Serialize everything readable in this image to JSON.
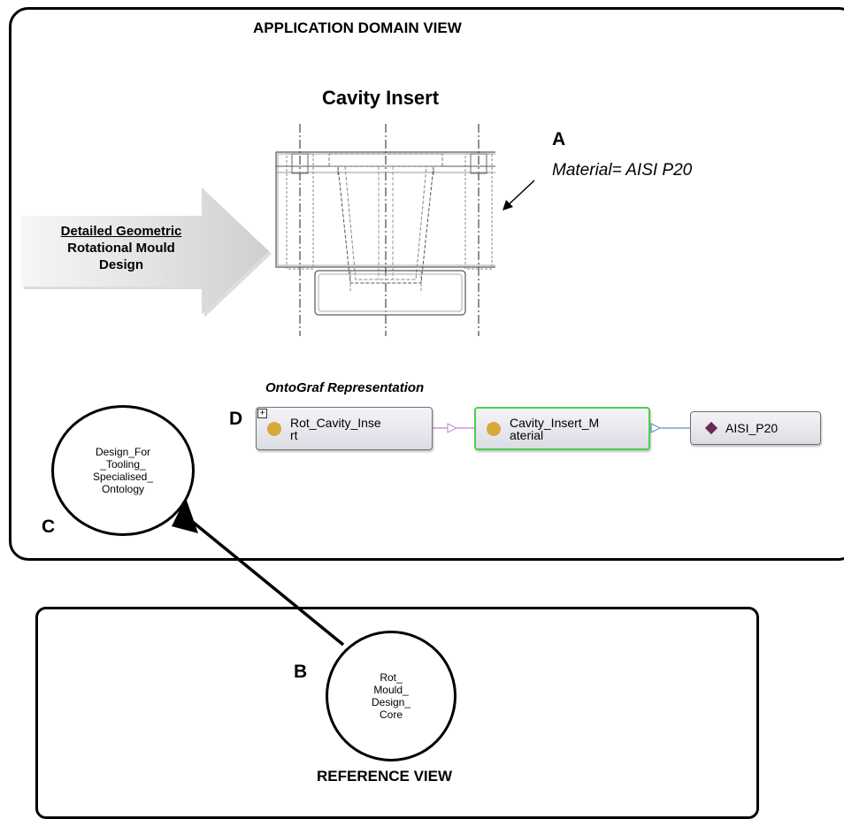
{
  "app_view": {
    "title": "APPLICATION DOMAIN VIEW"
  },
  "reference_view": {
    "title": "REFERENCE VIEW"
  },
  "drawing": {
    "title": "Cavity Insert",
    "label_a": "A",
    "material_note": "Material= AISI P20"
  },
  "arrow": {
    "line1": "Detailed Geometric",
    "line2": "Rotational Mould",
    "line3": "Design"
  },
  "ontograf": {
    "title": "OntoGraf Representation",
    "label_d": "D",
    "expand_symbol": "+",
    "nodes": [
      {
        "line1": "Rot_Cavity_Inse",
        "line2": "rt",
        "icon": "class-dot-icon"
      },
      {
        "line1": "Cavity_Insert_M",
        "line2": "aterial",
        "icon": "class-dot-icon"
      },
      {
        "line1": "AISI_P20",
        "icon": "individual-diamond-icon"
      }
    ],
    "edge_colors": {
      "has_material": "#c77fd8",
      "instance_of": "#5a8fc9"
    },
    "colors": {
      "class_dot": "#d6a93a",
      "individual": "#6b2a55",
      "selected_border": "#49d049"
    }
  },
  "ontology_c": {
    "label": "C",
    "lines": [
      "Design_For",
      "_Tooling_",
      "Specialised_",
      "Ontology"
    ]
  },
  "ontology_b": {
    "label": "B",
    "lines": [
      "Rot_",
      "Mould_",
      "Design_",
      "Core"
    ]
  }
}
